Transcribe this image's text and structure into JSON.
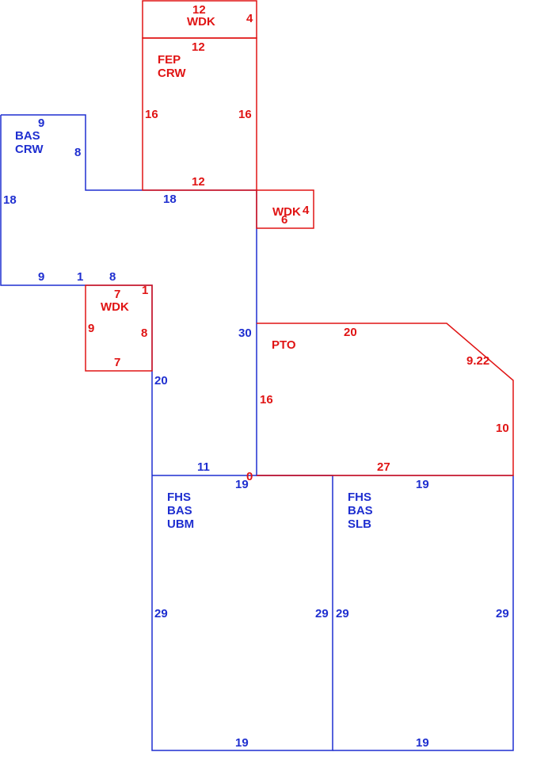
{
  "colors": {
    "main": "#1f2fd0",
    "addition": "#e01414"
  },
  "areas": {
    "wdk_top": {
      "label": "WDK",
      "dims": [
        "12",
        "4"
      ]
    },
    "fep": {
      "label": [
        "FEP",
        "CRW"
      ],
      "dims": [
        "12",
        "16",
        "16",
        "12"
      ]
    },
    "bas_crw": {
      "label": [
        "BAS",
        "CRW"
      ],
      "dims": [
        "9",
        "8",
        "18",
        "18",
        "9",
        "1",
        "8"
      ]
    },
    "wdk_small": {
      "label": "WDK",
      "dims": [
        "4",
        "6"
      ]
    },
    "wdk_left": {
      "label": "WDK",
      "dims": [
        "7",
        "1",
        "9",
        "8",
        "7"
      ]
    },
    "main_dims": [
      "30",
      "20",
      "11",
      "0"
    ],
    "pto": {
      "label": "PTO",
      "dims": [
        "20",
        "9.22",
        "16",
        "10",
        "27"
      ]
    },
    "fhs_ubm": {
      "label": [
        "FHS",
        "BAS",
        "UBM"
      ],
      "dims": [
        "19",
        "29",
        "29",
        "19"
      ]
    },
    "fhs_slb": {
      "label": [
        "FHS",
        "BAS",
        "SLB"
      ],
      "dims": [
        "19",
        "29",
        "29",
        "19"
      ]
    }
  }
}
